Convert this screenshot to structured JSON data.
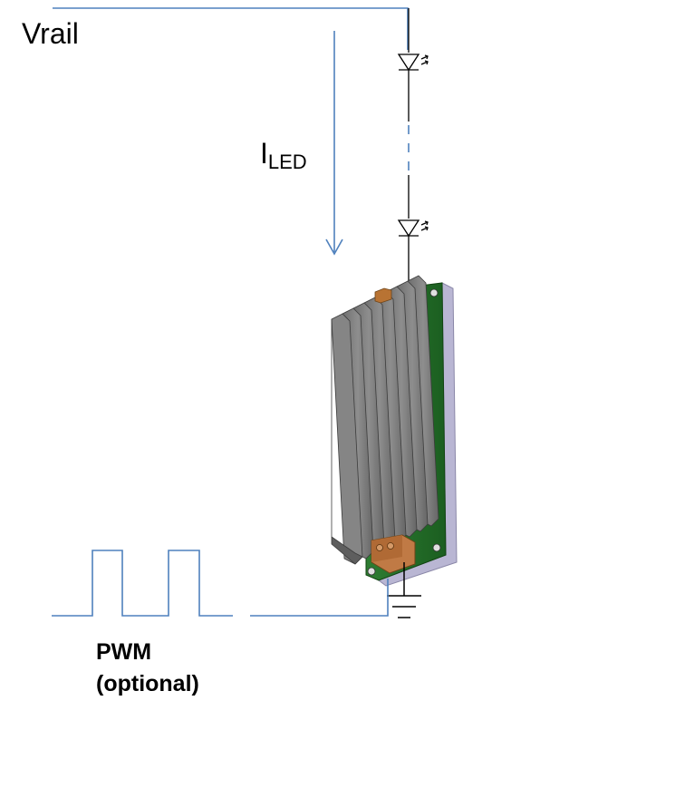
{
  "labels": {
    "vrail": "Vrail",
    "current_main": "I",
    "current_sub": "LED",
    "pwm_line1": "PWM",
    "pwm_line2": "(optional)"
  },
  "colors": {
    "wire": "#4f81bd",
    "component": "#000000",
    "heatsink": "#808080",
    "heatsink_dark": "#5a5a5a",
    "pcb": "#2e7d32",
    "connector": "#b87333"
  },
  "icons": {
    "led_top": "led-symbol",
    "led_bottom": "led-symbol",
    "ground": "ground-symbol",
    "driver": "heatsink-driver-module"
  }
}
